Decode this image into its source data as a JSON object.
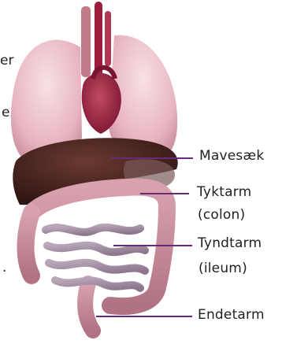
{
  "labels": {
    "mavesaek": "Mavesæk",
    "tyktarm_line1": "Tyktarm",
    "tyktarm_line2": "(colon)",
    "tyndtarm_line1": "Tyndtarm",
    "tyndtarm_line2": "(ileum)",
    "endetarm": "Endetarm"
  },
  "edge_text": {
    "frag1": "er",
    "frag2": "e",
    "frag3": "."
  },
  "colors": {
    "leader": "#6a2a7a",
    "lung": "#e9b9c3",
    "liver": "#4a2420",
    "intestine": "#c98a9a",
    "vessel": "#9b1f3d"
  }
}
